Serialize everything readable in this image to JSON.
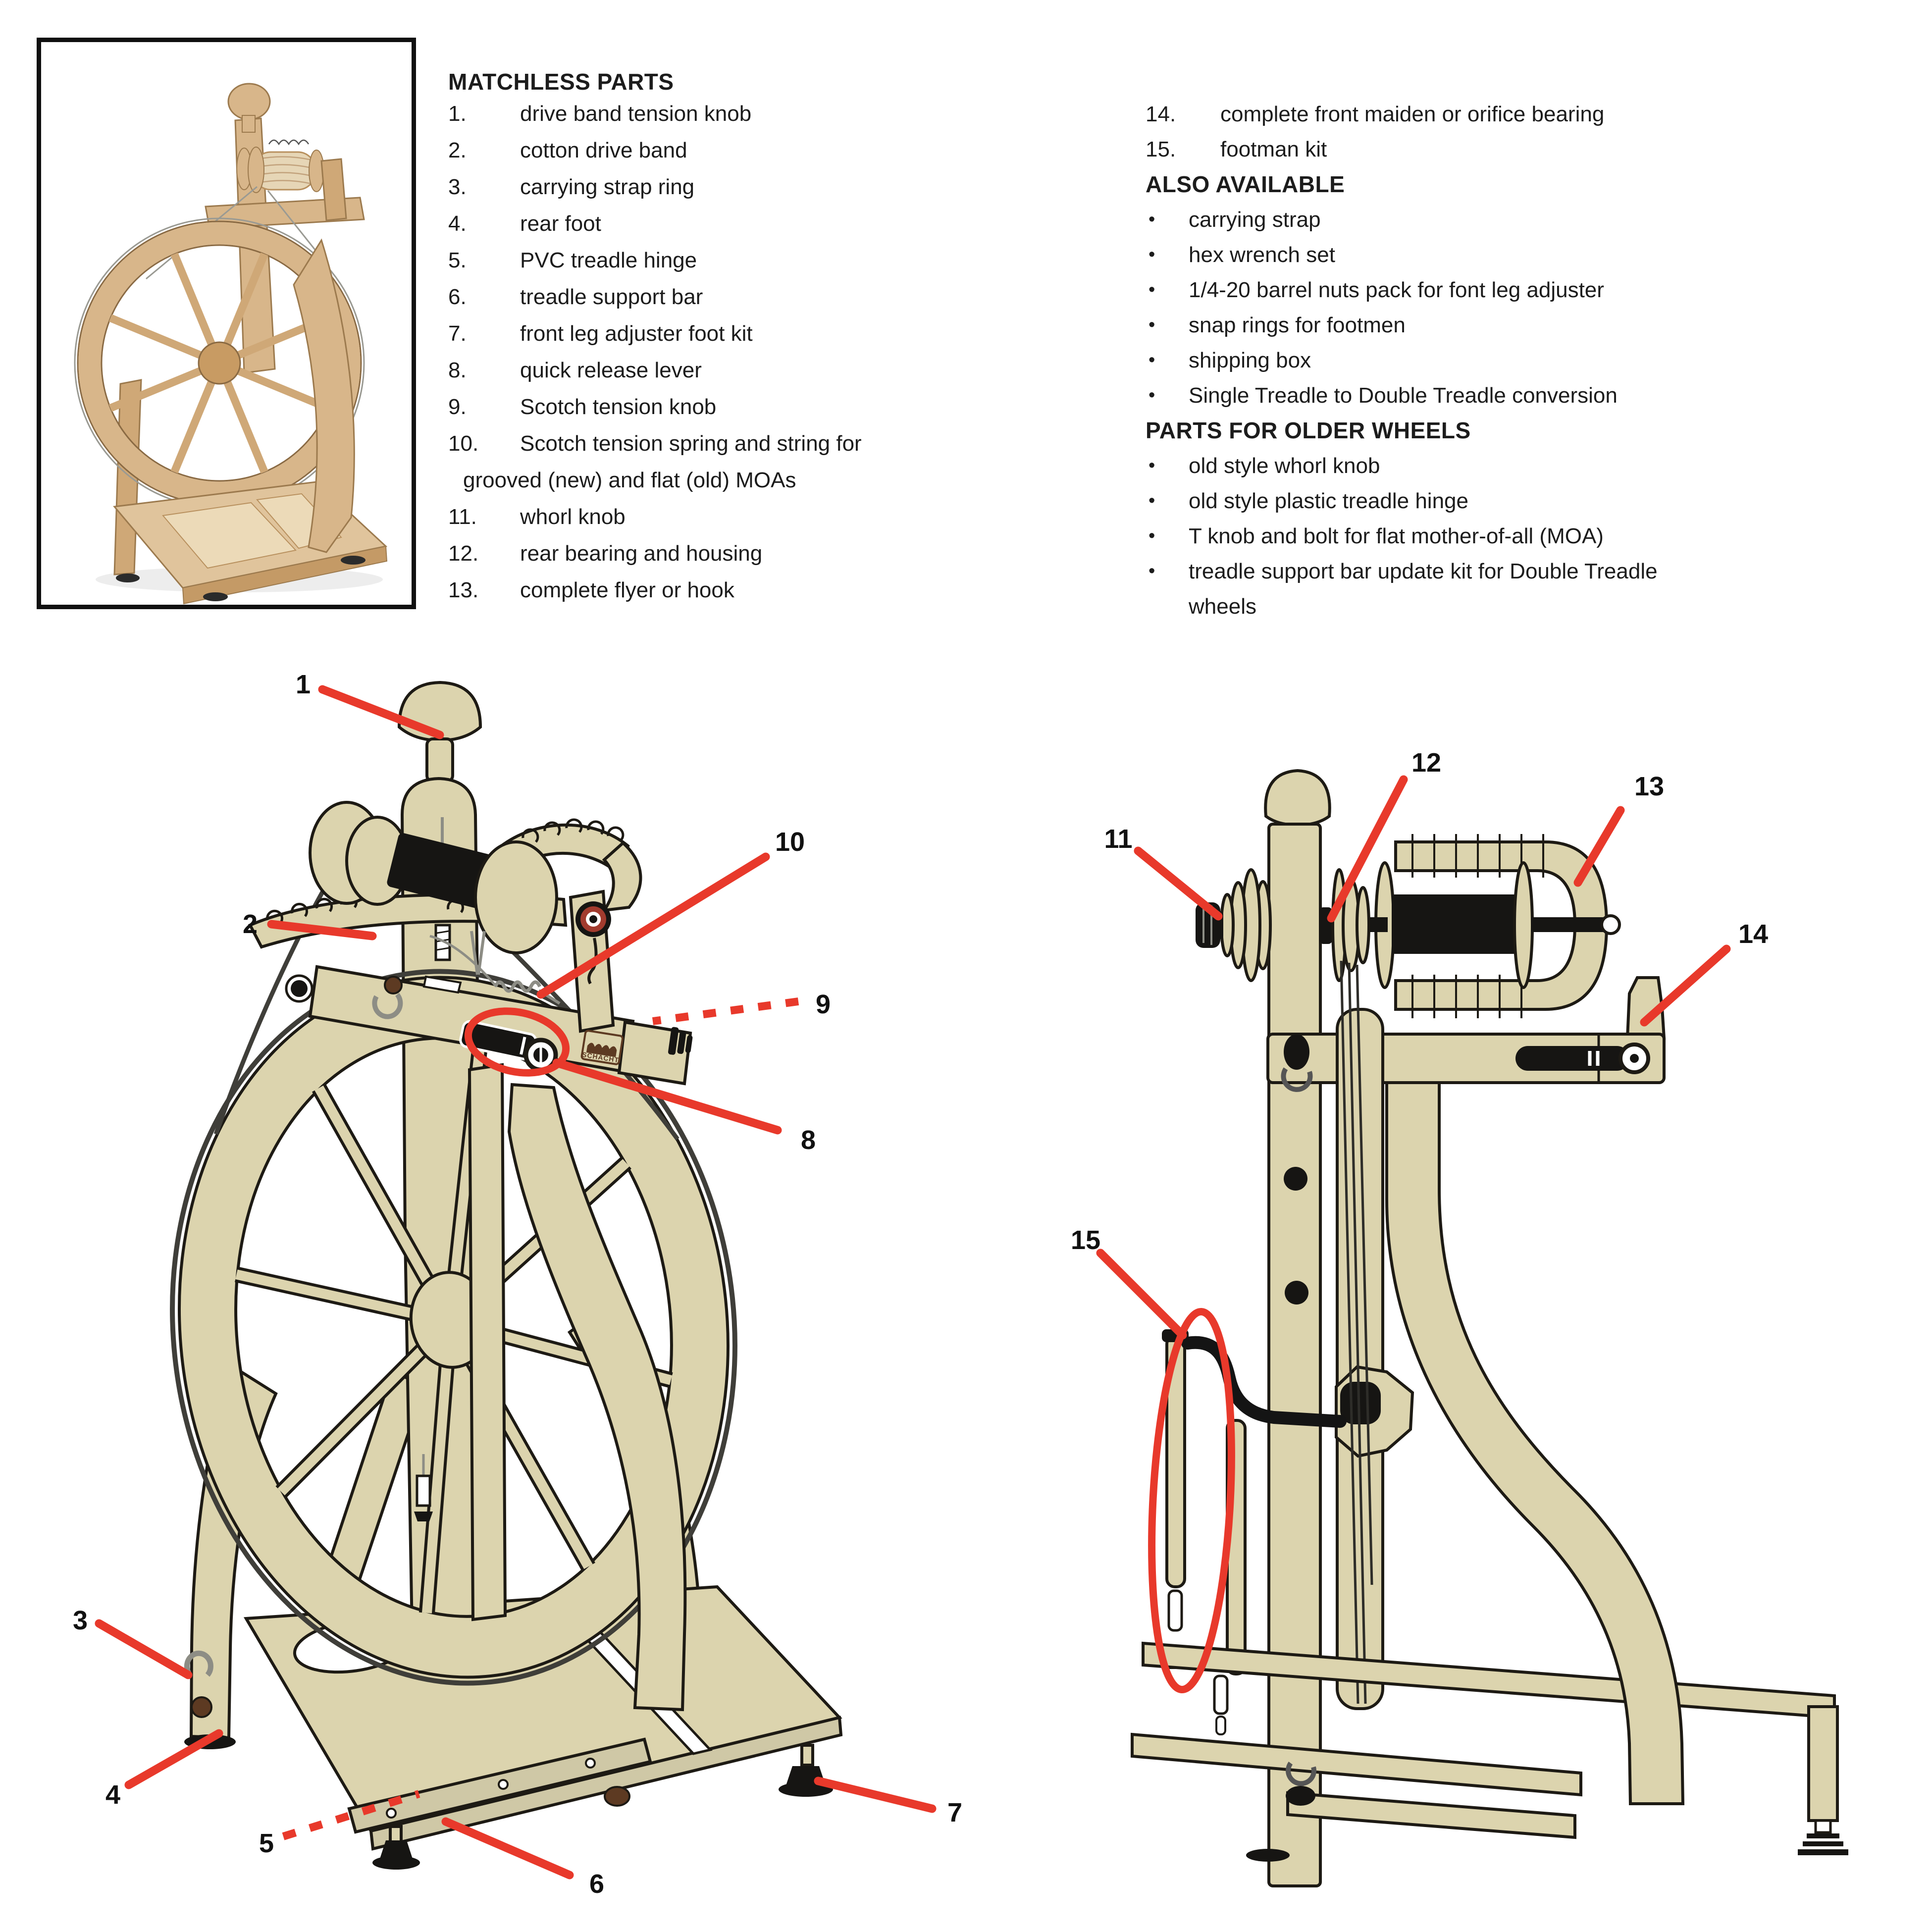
{
  "left_list": {
    "title": "MATCHLESS PARTS",
    "rows": [
      {
        "num": "1.",
        "text": "drive band tension knob"
      },
      {
        "num": "2.",
        "text": "cotton drive band"
      },
      {
        "num": "3.",
        "text": "carrying strap ring"
      },
      {
        "num": "4.",
        "text": "rear foot"
      },
      {
        "num": "5.",
        "text": "PVC treadle hinge"
      },
      {
        "num": "6.",
        "text": "treadle support bar"
      },
      {
        "num": "7.",
        "text": "front leg adjuster foot kit"
      },
      {
        "num": "8.",
        "text": "quick release lever"
      },
      {
        "num": "9.",
        "text": "Scotch tension knob"
      },
      {
        "num": "10.",
        "text": "Scotch tension spring and string for"
      },
      {
        "num": "",
        "text": "grooved (new) and flat (old) MOAs"
      },
      {
        "num": "11.",
        "text": "whorl knob"
      },
      {
        "num": "12.",
        "text": "rear bearing and housing"
      },
      {
        "num": "13.",
        "text": "complete flyer or hook"
      }
    ]
  },
  "right_list": {
    "rows": [
      {
        "num": "14.",
        "text": "complete front maiden or orifice bearing"
      },
      {
        "num": "15.",
        "text": "footman kit"
      }
    ],
    "also_available_title": "ALSO AVAILABLE",
    "also_available": [
      "carrying strap",
      "hex wrench set",
      "1/4-20 barrel nuts pack for font leg adjuster",
      "snap rings for footmen",
      "shipping box",
      "Single Treadle to Double Treadle conversion"
    ],
    "older_title": "PARTS FOR OLDER WHEELS",
    "older": [
      "old style whorl knob",
      "old style plastic treadle hinge",
      "T knob and bolt for flat mother-of-all (MOA)",
      "treadle support bar update kit for Double Treadle wheels"
    ],
    "bullet": "•"
  },
  "diagram_left": {
    "callouts": {
      "c1": "1",
      "c2": "2",
      "c3": "3",
      "c4": "4",
      "c5": "5",
      "c6": "6",
      "c7": "7",
      "c8": "8",
      "c9": "9",
      "c10": "10"
    },
    "logo_text": "SCHACHT"
  },
  "diagram_right": {
    "callouts": {
      "c11": "11",
      "c12": "12",
      "c13": "13",
      "c14": "14",
      "c15": "15"
    }
  },
  "colors": {
    "body": "#dcd4ae",
    "outline": "#1d1a14",
    "red": "#e8392b",
    "wood": "#d9b98c",
    "brown": "#5d3a22"
  }
}
